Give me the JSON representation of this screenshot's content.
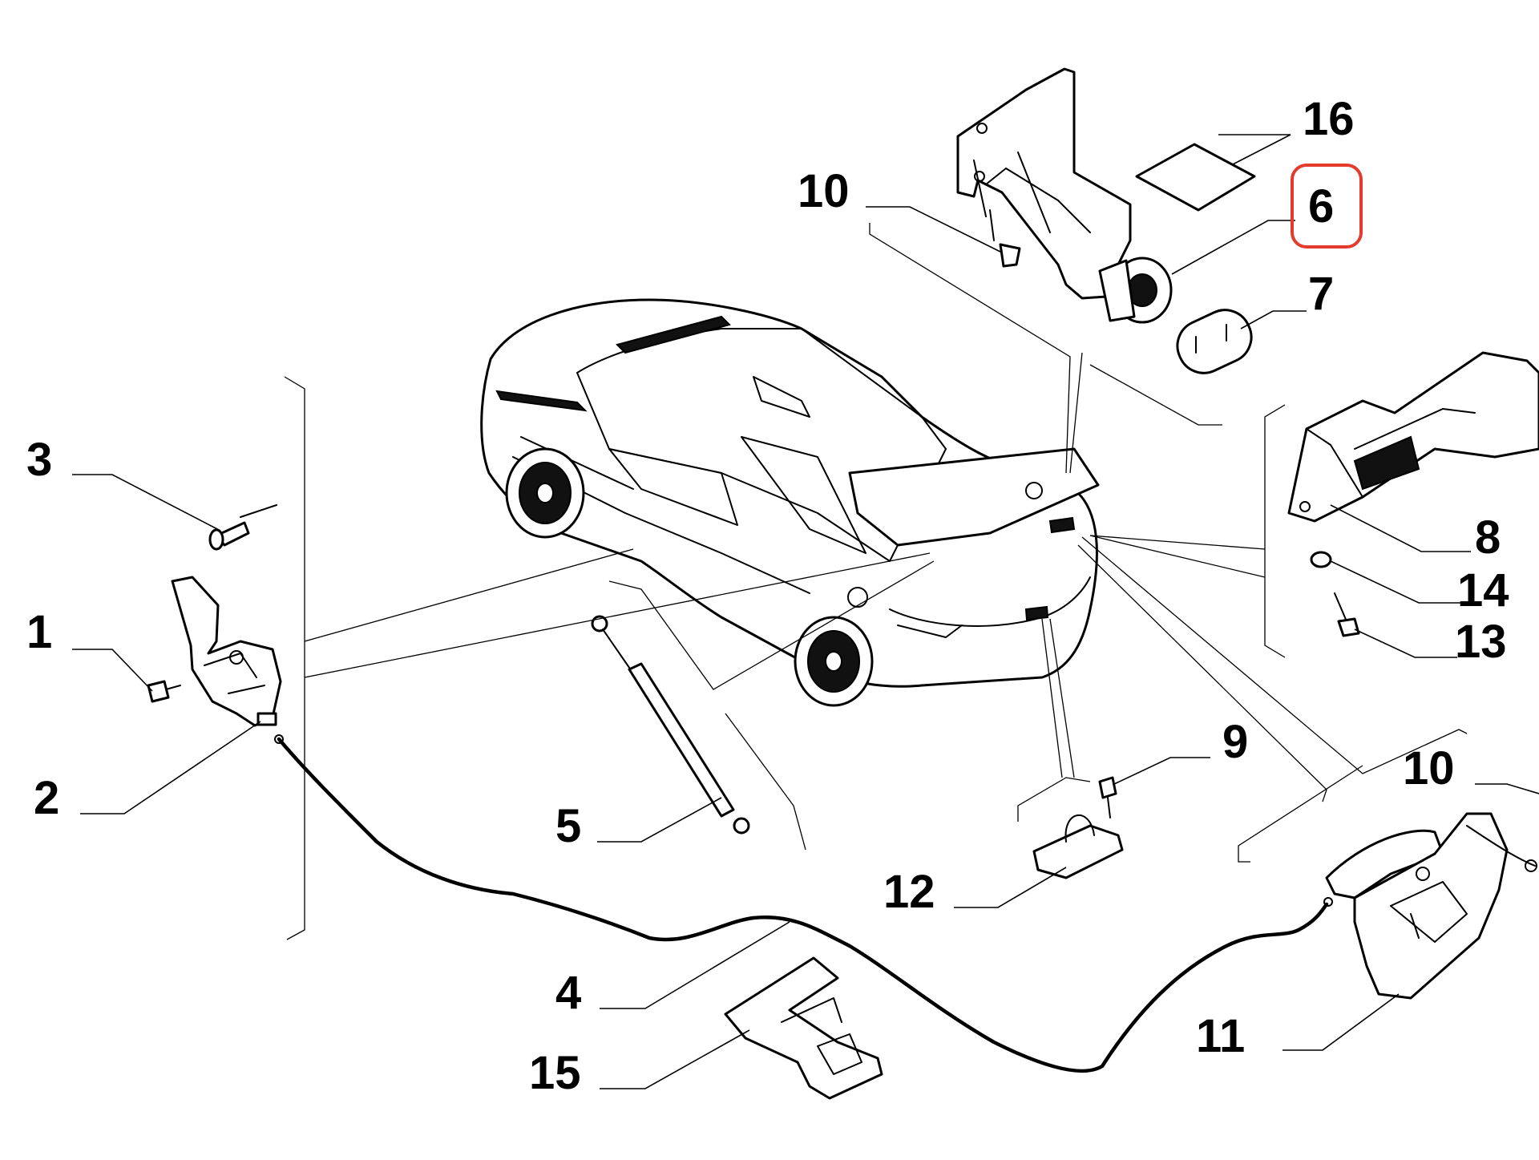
{
  "diagram": {
    "highlight_color": "#e53b2c",
    "callouts": [
      {
        "id": "c16",
        "label": "16"
      },
      {
        "id": "c6",
        "label": "6",
        "highlighted": true
      },
      {
        "id": "c10a",
        "label": "10"
      },
      {
        "id": "c7",
        "label": "7"
      },
      {
        "id": "c3",
        "label": "3"
      },
      {
        "id": "c8",
        "label": "8"
      },
      {
        "id": "c14",
        "label": "14"
      },
      {
        "id": "c13",
        "label": "13"
      },
      {
        "id": "c1",
        "label": "1"
      },
      {
        "id": "c2",
        "label": "2"
      },
      {
        "id": "c9",
        "label": "9"
      },
      {
        "id": "c10b",
        "label": "10"
      },
      {
        "id": "c5",
        "label": "5"
      },
      {
        "id": "c12",
        "label": "12"
      },
      {
        "id": "c4",
        "label": "4"
      },
      {
        "id": "c11",
        "label": "11"
      },
      {
        "id": "c15",
        "label": "15"
      }
    ]
  }
}
